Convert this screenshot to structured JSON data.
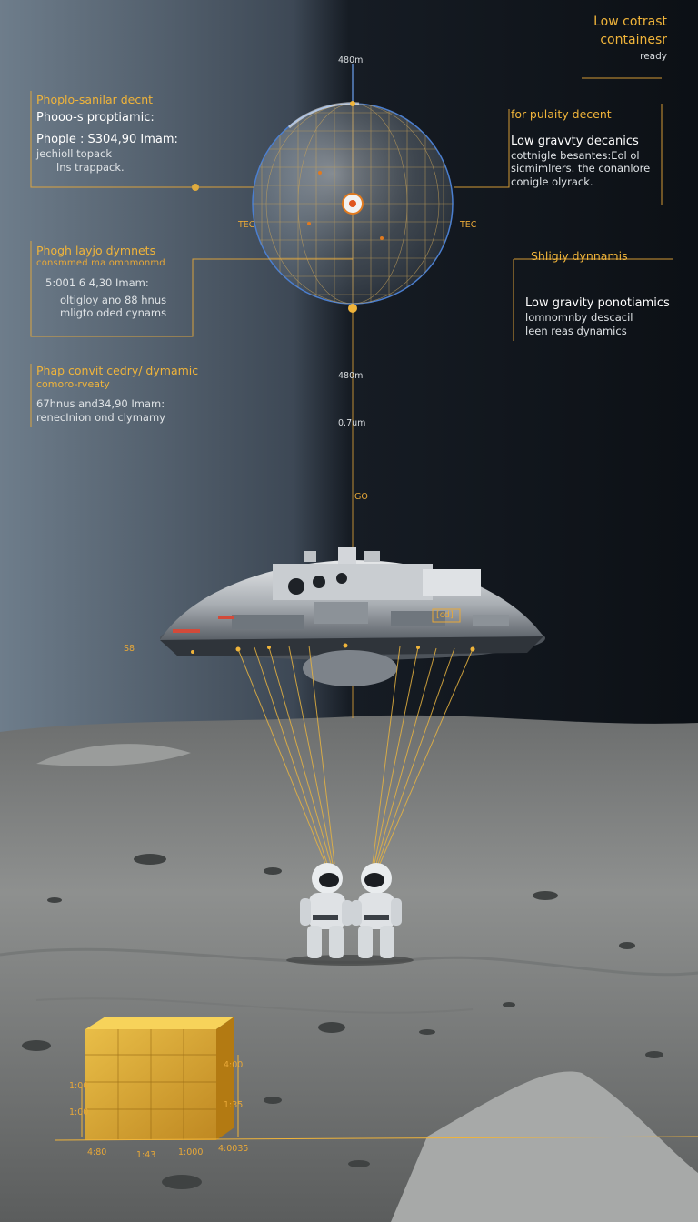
{
  "hud": {
    "title_line1": "Low cotrast",
    "title_line2": "containesr",
    "status": "ready"
  },
  "left_panels": [
    {
      "heading": "Phoplo-sanilar decnt",
      "lines": [
        "Phooo-s proptiamic:",
        "Phople : S304,90 Imam:",
        "jechioll topack",
        "lns trappack."
      ]
    },
    {
      "heading": "Phogh layjo dymnets",
      "subheading": "consmmed ma omnmonmd",
      "lines": [
        "5:001 6 4,30 Imam:",
        "oltigloy ano 88 hnus",
        "mligto oded cynams"
      ]
    },
    {
      "heading": "Phap convit cedry/ dymamic",
      "subheading": "comoro-rveaty",
      "lines": [
        "67hnus and34,90 Imam:",
        "renecInion ond clymamy"
      ]
    }
  ],
  "right_panels": [
    {
      "heading": "for-pulaity decent",
      "lines": [
        "Low gravvty decanics",
        "cottnigle besantes:Eol ol",
        "sicmimlrers. the conanlore",
        "conigle olyrack."
      ]
    },
    {
      "heading": "Shligiy dynnamis",
      "lines": [
        "Low gravity ponotiamics",
        "lomnomnby descacil",
        "leen reas dynamics"
      ]
    }
  ],
  "axis_ticks": {
    "top": "480m",
    "mid": "480m",
    "low": "0.7um",
    "ground": "GO",
    "sphere_left": "TEC",
    "sphere_right": "TEC",
    "ship_tag": "[cd]",
    "ship_left": "S8",
    "box": [
      "1:00",
      "4:00",
      "1:00",
      "1:35",
      "4:80",
      "1:43",
      "1:000",
      "4:0035"
    ]
  },
  "colors": {
    "accent": "#f0b43a",
    "sky_left": "#6b7a88",
    "sky_right": "#0d1116",
    "regolith": "#8d8f8e"
  },
  "icons": [
    "wireframe-globe",
    "target-marker",
    "spacecraft",
    "tether-lines",
    "astronaut",
    "cargo-container"
  ]
}
